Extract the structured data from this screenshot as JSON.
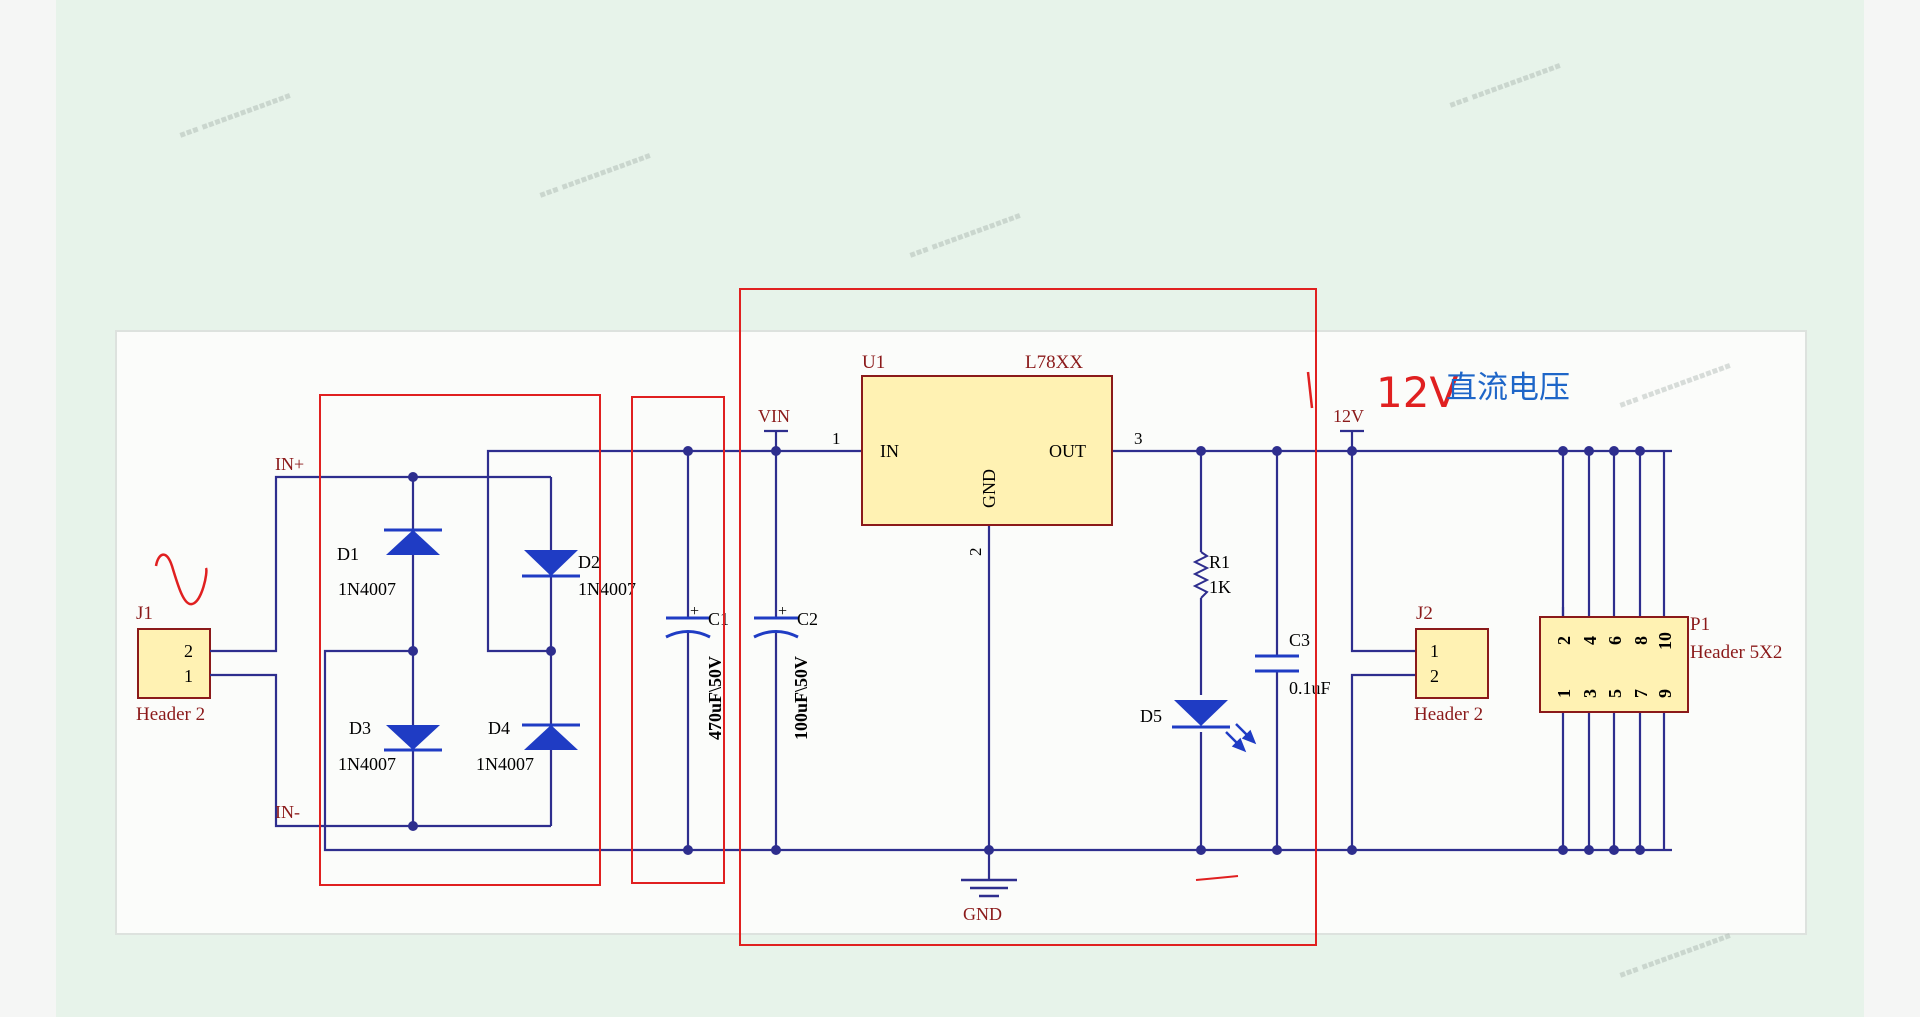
{
  "colors": {
    "panel_bg": "#e7f3ea",
    "sheet_bg": "#fbfcfa",
    "wire": "#2e2e8e",
    "component_fill": "#fff2b3",
    "component_stroke": "#8b1a1a",
    "diode": "#1f3cc4",
    "label_red": "#8b1a1a",
    "annotation_red": "#e02020",
    "annotation_blue": "#1e66c8"
  },
  "schematic": {
    "j1": {
      "ref": "J1",
      "pins": [
        "2",
        "1"
      ],
      "value": "Header 2"
    },
    "j2": {
      "ref": "J2",
      "pins": [
        "1",
        "2"
      ],
      "value": "Header 2"
    },
    "p1": {
      "ref": "P1",
      "value": "Header 5X2",
      "top_pins": [
        "2",
        "4",
        "6",
        "8",
        "10"
      ],
      "bottom_pins": [
        "1",
        "3",
        "5",
        "7",
        "9"
      ]
    },
    "in_plus": "IN+",
    "in_minus": "IN-",
    "d1": {
      "ref": "D1",
      "value": "1N4007"
    },
    "d2": {
      "ref": "D2",
      "value": "1N4007"
    },
    "d3": {
      "ref": "D3",
      "value": "1N4007"
    },
    "d4": {
      "ref": "D4",
      "value": "1N4007"
    },
    "c1": {
      "ref": "C1",
      "value": "470uF\\50V"
    },
    "c2": {
      "ref": "C2",
      "value": "100uF\\50V"
    },
    "c3": {
      "ref": "C3",
      "value": "0.1uF"
    },
    "vin": "VIN",
    "u1": {
      "ref": "U1",
      "value": "L78XX",
      "pin_in": "IN",
      "pin_out": "OUT",
      "pin_gnd": "GND",
      "pin1": "1",
      "pin2": "2",
      "pin3": "3"
    },
    "r1": {
      "ref": "R1",
      "value": "1K"
    },
    "d5": {
      "ref": "D5"
    },
    "v12": "12V",
    "gnd": "GND"
  },
  "annotations": {
    "voltage_handwritten": "12V",
    "dc_voltage_label": "直流电压",
    "ac_symbol": "~"
  }
}
